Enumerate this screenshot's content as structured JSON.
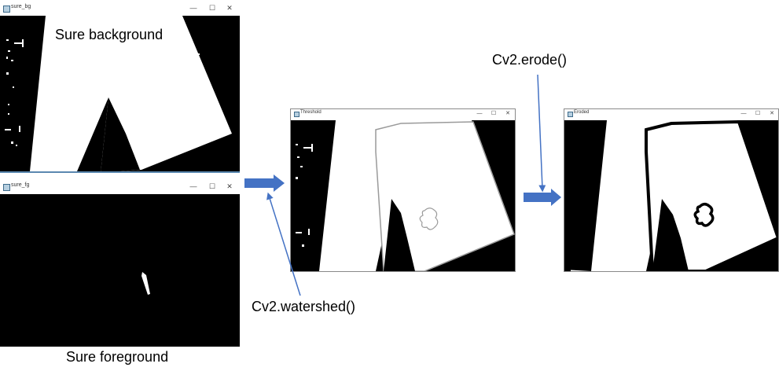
{
  "windows": {
    "sure_bg": {
      "title": "sure_bg",
      "minimize": "—",
      "maximize": "☐",
      "close": "✕"
    },
    "sure_fg": {
      "title": "sure_fg",
      "minimize": "—",
      "maximize": "☐",
      "close": "✕"
    },
    "threshold": {
      "title": "Threshold",
      "minimize": "—",
      "maximize": "☐",
      "close": "✕"
    },
    "eroded": {
      "title": "Eroded",
      "minimize": "—",
      "maximize": "☐",
      "close": "✕"
    }
  },
  "labels": {
    "sure_background": "Sure background",
    "sure_foreground": "Sure foreground",
    "watershed": "Cv2.watershed()",
    "erode": "Cv2.erode()"
  },
  "colors": {
    "arrow": "#4472c4",
    "pointer_line": "#4472c4",
    "image_bg": "#000000",
    "image_fg": "#ffffff"
  }
}
